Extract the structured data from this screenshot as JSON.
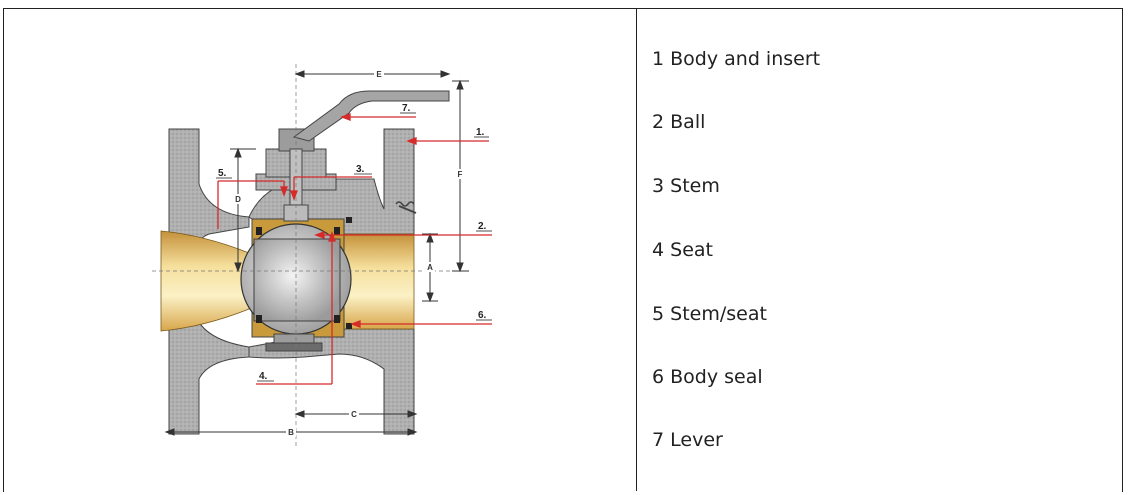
{
  "legend": {
    "items": [
      {
        "number": "1",
        "label": "Body and insert"
      },
      {
        "number": "2",
        "label": "Ball"
      },
      {
        "number": "3",
        "label": "Stem"
      },
      {
        "number": "4",
        "label": "Seat"
      },
      {
        "number": "5",
        "label": "Stem/seat"
      },
      {
        "number": "6",
        "label": "Body seal"
      },
      {
        "number": "7",
        "label": "Lever"
      }
    ]
  },
  "diagram": {
    "callouts": [
      "1.",
      "2.",
      "3.",
      "4.",
      "5.",
      "6.",
      "7."
    ],
    "dimensions": [
      "A",
      "B",
      "C",
      "D",
      "E",
      "F"
    ],
    "colors": {
      "body": "#a8a8a8",
      "bore": "#f1d58a",
      "bore_dark": "#b8892e",
      "ball": "#d9d9d9",
      "leader": "#d62b2b",
      "outline": "#333333"
    }
  }
}
